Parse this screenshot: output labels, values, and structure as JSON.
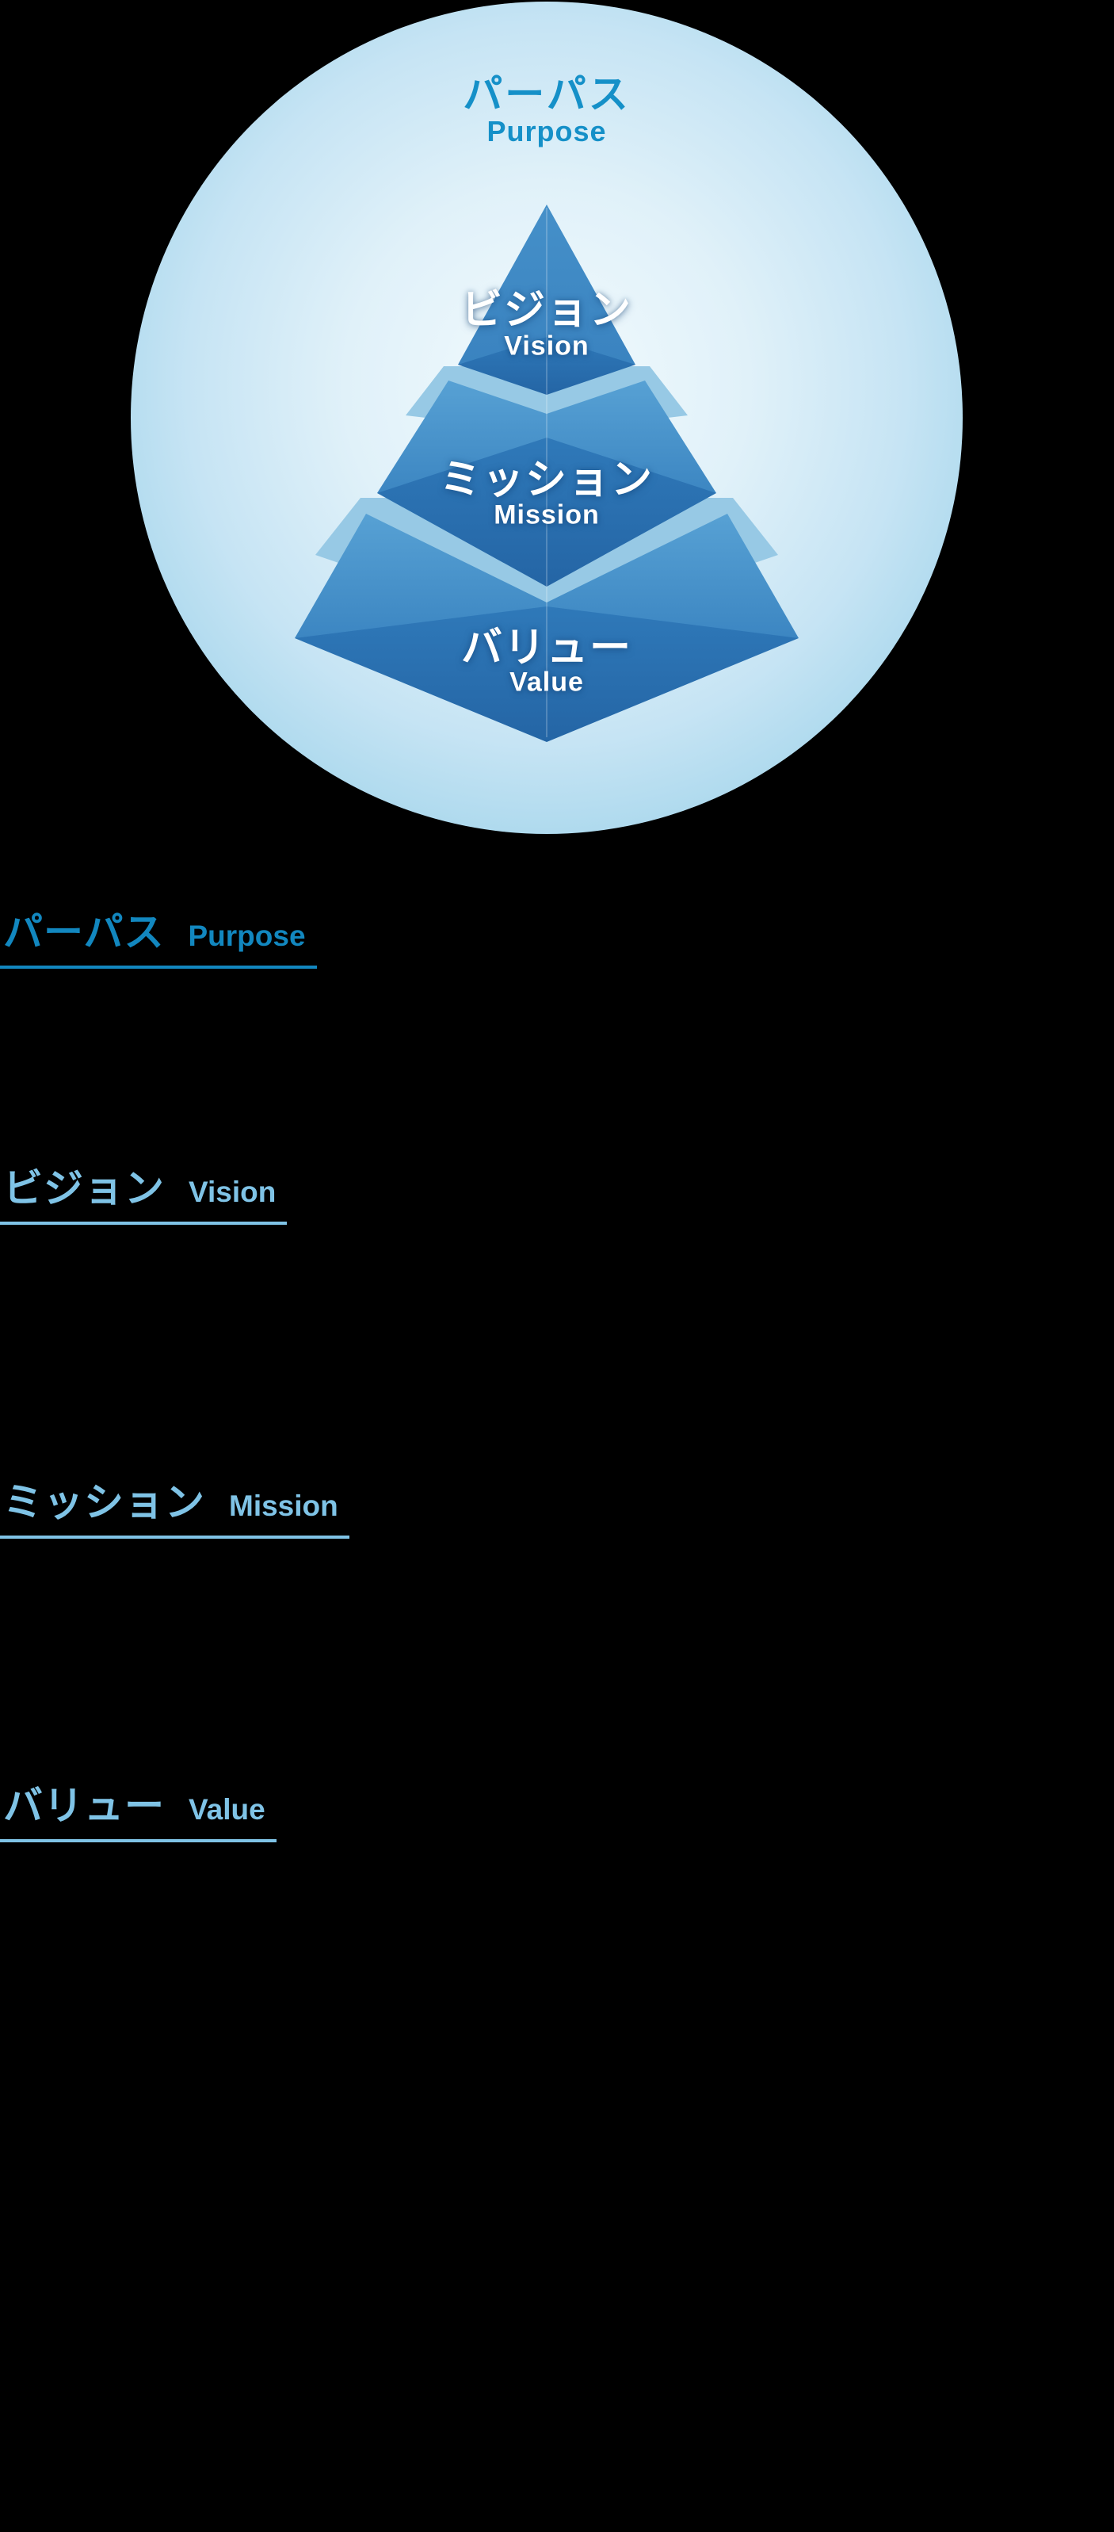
{
  "background_color": "#000000",
  "diagram": {
    "top_label": {
      "jp": "パーパス",
      "en": "Purpose",
      "color": "#1590C8"
    },
    "tiers": [
      {
        "jp": "ビジョン",
        "en": "Vision"
      },
      {
        "jp": "ミッション",
        "en": "Mission"
      },
      {
        "jp": "バリュー",
        "en": "Value"
      }
    ],
    "colors": {
      "circle_center": "#F0F8FD",
      "circle_edge": "#AFDAEE",
      "tier_side_face": "#4690CA",
      "tier_front_face": "#2B72B3",
      "tier_gap": "#97C9E5",
      "label_text": "#FFFFFF"
    }
  },
  "sections": [
    {
      "jp": "パーパス",
      "en": "Purpose",
      "color": "#1287BF"
    },
    {
      "jp": "ビジョン",
      "en": "Vision",
      "color": "#7FC3E6"
    },
    {
      "jp": "ミッション",
      "en": "Mission",
      "color": "#7FC3E6"
    },
    {
      "jp": "バリュー",
      "en": "Value",
      "color": "#7FC3E6"
    }
  ]
}
